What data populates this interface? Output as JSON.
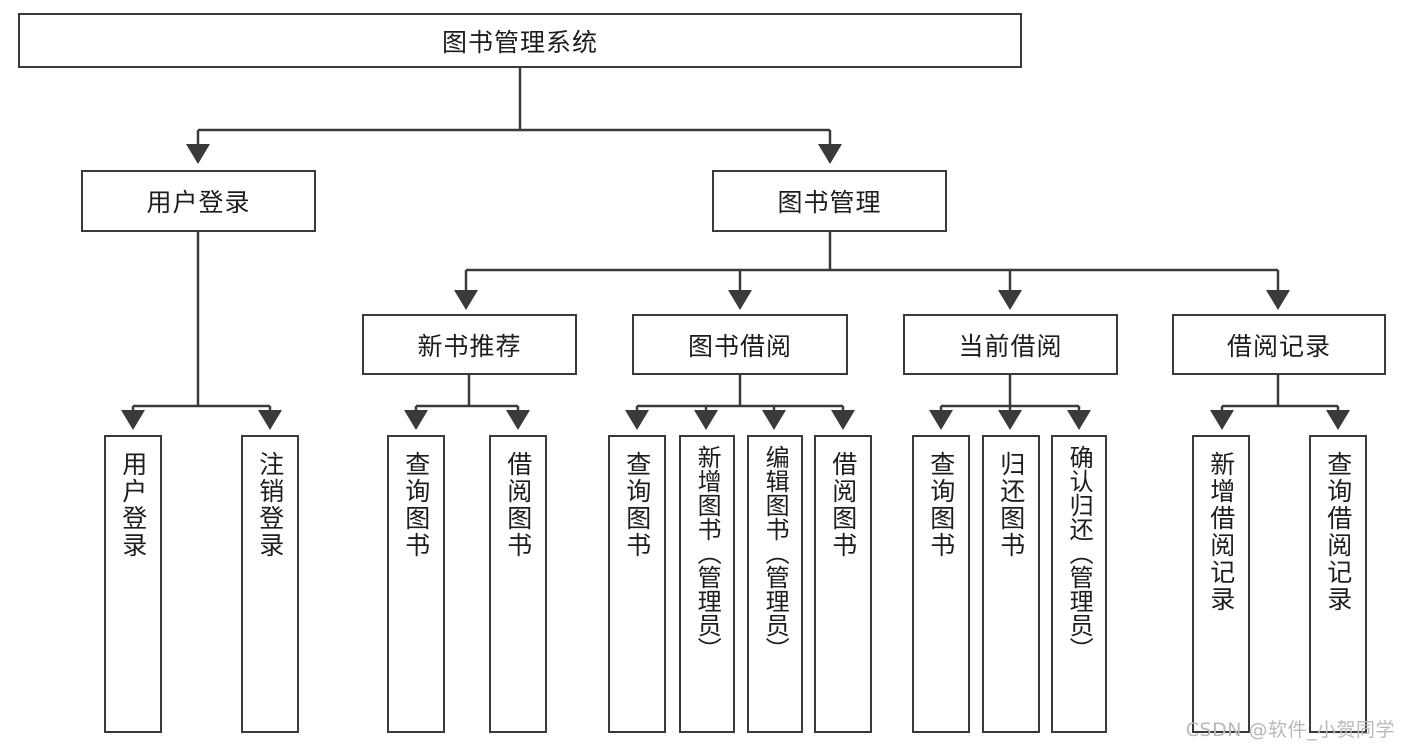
{
  "diagram": {
    "title": "图书管理系统",
    "type": "tree",
    "root": {
      "label": "图书管理系统"
    },
    "level2": [
      {
        "label": "用户登录"
      },
      {
        "label": "图书管理"
      }
    ],
    "level3": [
      {
        "label": "新书推荐"
      },
      {
        "label": "图书借阅"
      },
      {
        "label": "当前借阅"
      },
      {
        "label": "借阅记录"
      }
    ],
    "leaves": {
      "user_login": [
        {
          "label": "用户登录"
        },
        {
          "label": "注销登录"
        }
      ],
      "new_book": [
        {
          "label": "查询图书"
        },
        {
          "label": "借阅图书"
        }
      ],
      "borrow_book": [
        {
          "label": "查询图书"
        },
        {
          "label": "新增图书（管理员）"
        },
        {
          "label": "编辑图书（管理员）"
        },
        {
          "label": "借阅图书"
        }
      ],
      "current_borrow": [
        {
          "label": "查询图书"
        },
        {
          "label": "归还图书"
        },
        {
          "label": "确认归还（管理员）"
        }
      ],
      "borrow_record": [
        {
          "label": "新增借阅记录"
        },
        {
          "label": "查询借阅记录"
        }
      ]
    }
  },
  "watermark": {
    "text": "CSDN @软件_小贺同学"
  },
  "colors": {
    "stroke": "#3a3a3a",
    "fill": "#ffffff",
    "text": "#1d1d1d",
    "watermark": "#b9b9b9"
  }
}
